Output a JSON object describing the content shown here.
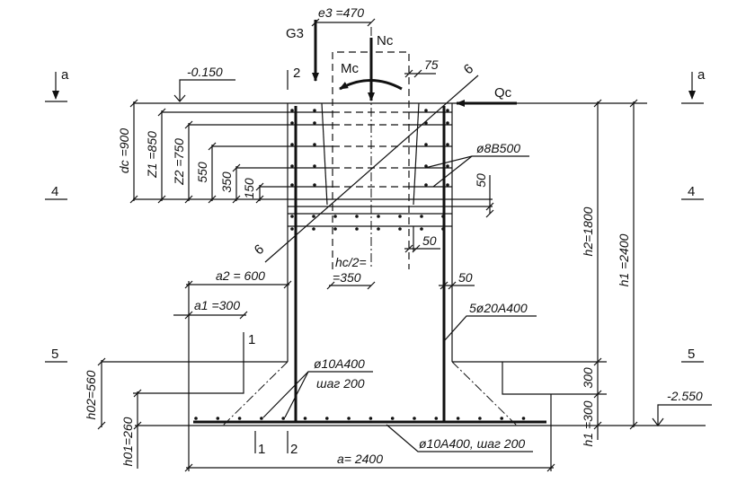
{
  "forces": {
    "g3": "G3",
    "nc": "Nc",
    "mc": "Mc",
    "qc": "Qc"
  },
  "dimensions": {
    "e3": "e3 =470",
    "dc": "dc =900",
    "z1": "Z1 =850",
    "z2": "Z2 =750",
    "d550": "550",
    "d350": "350",
    "d150": "150",
    "d75": "75",
    "d50_top": "50",
    "d50_mid": "50",
    "d50_side": "50",
    "hc_half_1": "hc/2=",
    "hc_half_2": "=350",
    "a2": "a2 = 600",
    "a1": "a1 =300",
    "h02": "h02=560",
    "h01": "h01=260",
    "a": "a= 2400",
    "h2": "h2=1800",
    "h1": "h1 =2400",
    "step300_upper": "300",
    "step300_lower": "h1 =300"
  },
  "levels": {
    "top": "-0.150",
    "bottom": "-2.550"
  },
  "rebar": {
    "stirrups": "ø8B500",
    "vertical": "5ø20A400",
    "incline_1": "ø10A400",
    "incline_2": "шаг 200",
    "bottom": "ø10A400, шаг 200"
  },
  "sections": {
    "a_left": "a",
    "a_right": "a",
    "s4_left": "4",
    "s4_right": "4",
    "s5_left": "5",
    "s5_right": "5",
    "s6_top": "6",
    "s6_bottom": "6",
    "s1_mid": "1",
    "s1_bottom": "1",
    "s2_top": "2",
    "s2_bottom": "2"
  }
}
